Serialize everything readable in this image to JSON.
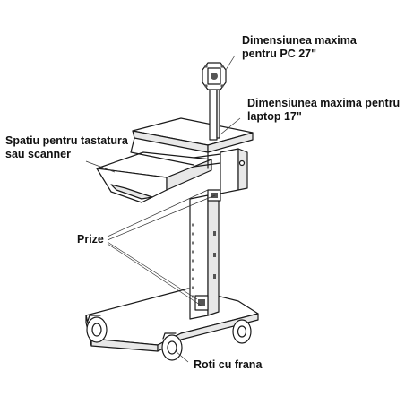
{
  "labels": {
    "pc": "Dimensiunea maxima\npentru PC 27\"",
    "laptop": "Dimensiunea maxima pentru\nlaptop 17\"",
    "keyboard": "Spatiu pentru tastatura\nsau scanner",
    "sockets": "Prize",
    "wheels": "Roti cu frana"
  },
  "colors": {
    "line": "#1a1a1a",
    "fill": "#ffffff",
    "shade": "#e8e8e8",
    "dark": "#555555"
  }
}
